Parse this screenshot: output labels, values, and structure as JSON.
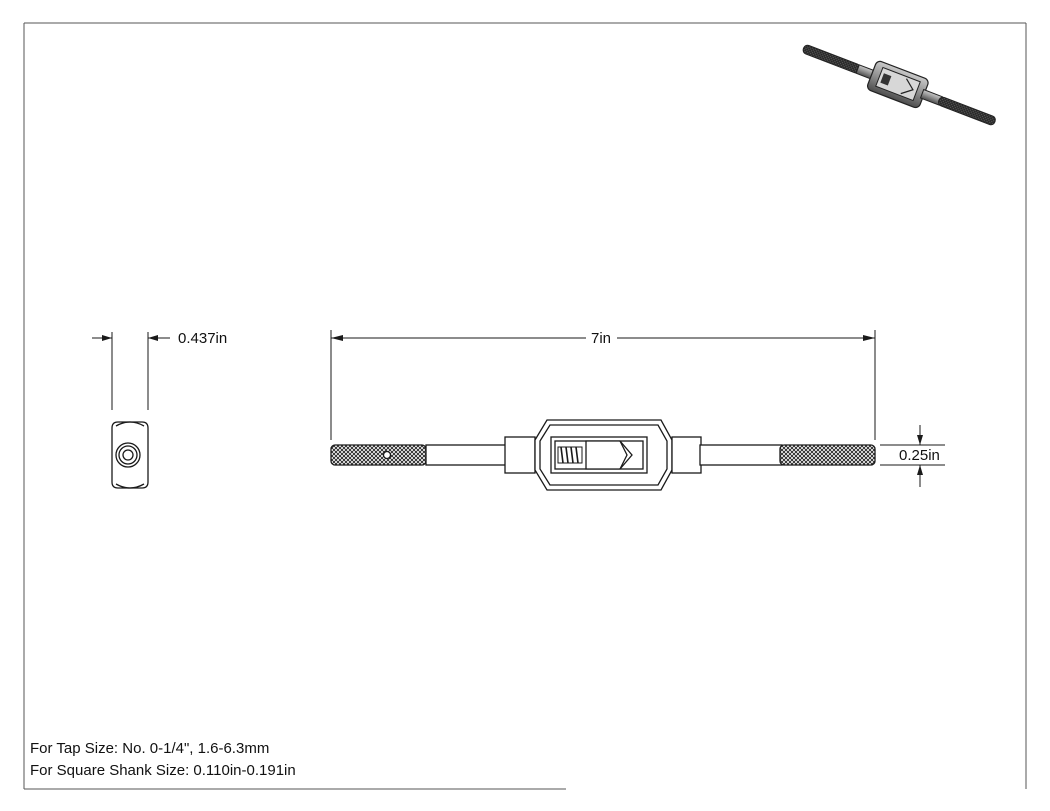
{
  "drawing": {
    "title": "",
    "dimensions": {
      "overall_length": "7in",
      "handle_diameter": "0.25in",
      "side_width": "0.437in"
    },
    "notes": [
      "For Tap Size: No. 0-1/4\", 1.6-6.3mm",
      "For Square Shank Size: 0.110in-0.191in"
    ],
    "views": [
      "iso-view",
      "side-view",
      "front-view"
    ],
    "colors": {
      "line": "#1a1a1a",
      "knurl": "#2a2a2a",
      "iso_body": "#8a8a8a"
    }
  }
}
